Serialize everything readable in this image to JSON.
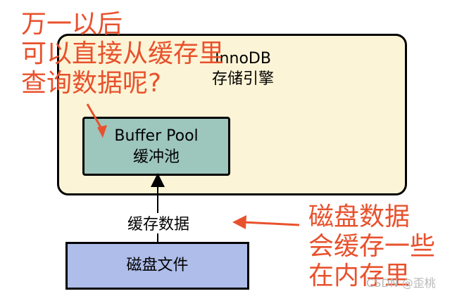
{
  "engine": {
    "title": "InnoDB",
    "subtitle": "存储引擎"
  },
  "buffer_pool": {
    "title": "Buffer Pool",
    "subtitle": "缓冲池"
  },
  "disk_file": {
    "title": "磁盘文件"
  },
  "cache_edge_label": "缓存数据",
  "annotation_top": [
    "万一以后",
    "可以直接从缓存里",
    "查询数据呢?"
  ],
  "annotation_right": [
    "磁盘数据",
    "会缓存一些",
    "在内存里"
  ],
  "watermark": "CSDN @歪桃",
  "colors": {
    "engine_fill": "#fcf4d6",
    "buffer_pool_fill": "#9dc6bd",
    "disk_fill": "#aebde9",
    "annotation": "#e8512d"
  }
}
